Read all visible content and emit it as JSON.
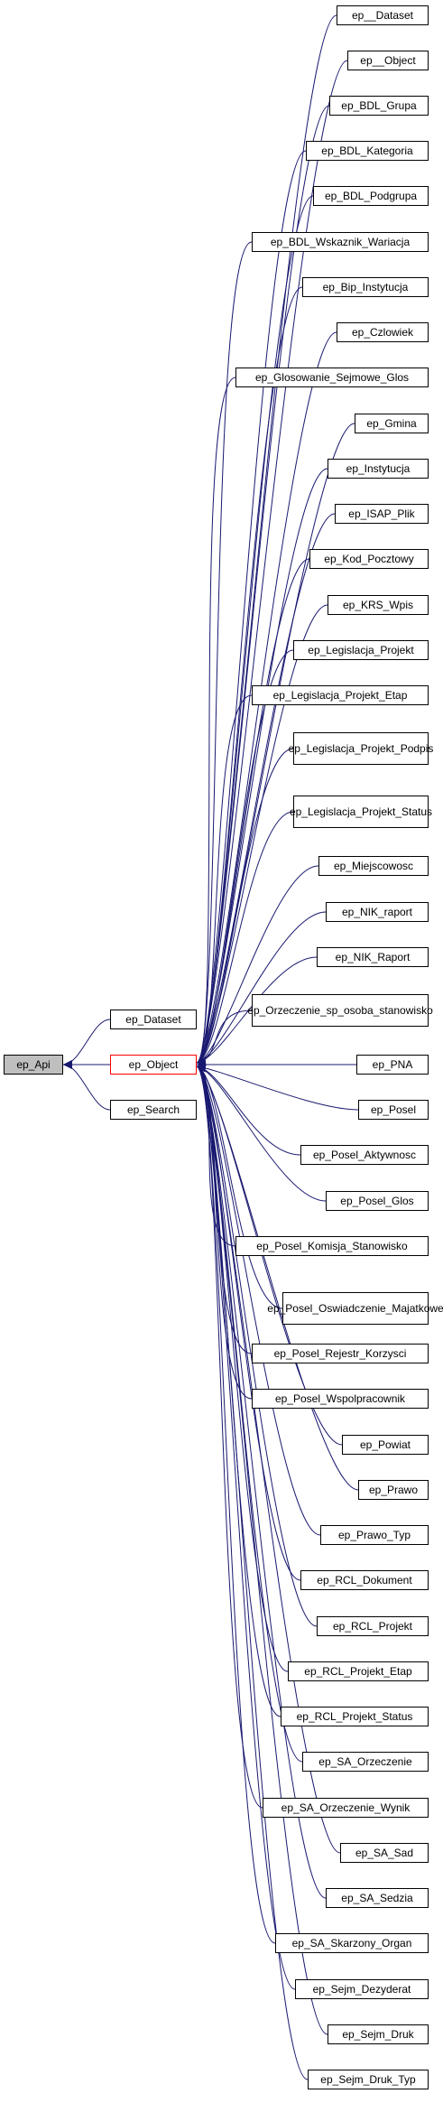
{
  "root": "ep_Api",
  "middle": [
    {
      "id": "ds",
      "label": "ep_Dataset"
    },
    {
      "id": "obj",
      "label": "ep_Object"
    },
    {
      "id": "search",
      "label": "ep_Search"
    }
  ],
  "children": [
    {
      "l1": "ep__Dataset"
    },
    {
      "l1": "ep__Object"
    },
    {
      "l1": "ep_BDL_Grupa"
    },
    {
      "l1": "ep_BDL_Kategoria"
    },
    {
      "l1": "ep_BDL_Podgrupa"
    },
    {
      "l1": "ep_BDL_Wskaznik_Wariacja"
    },
    {
      "l1": "ep_Bip_Instytucja"
    },
    {
      "l1": "ep_Czlowiek"
    },
    {
      "l1": "ep_Glosowanie_Sejmowe_Glos"
    },
    {
      "l1": "ep_Gmina"
    },
    {
      "l1": "ep_Instytucja"
    },
    {
      "l1": "ep_ISAP_Plik"
    },
    {
      "l1": "ep_Kod_Pocztowy"
    },
    {
      "l1": "ep_KRS_Wpis"
    },
    {
      "l1": "ep_Legislacja_Projekt"
    },
    {
      "l1": "ep_Legislacja_Projekt_Etap"
    },
    {
      "l1": "ep_Legislacja_Projekt",
      "l2": "_Podpis"
    },
    {
      "l1": "ep_Legislacja_Projekt",
      "l2": "_Status"
    },
    {
      "l1": "ep_Miejscowosc"
    },
    {
      "l1": "ep_NIK_raport"
    },
    {
      "l1": "ep_NIK_Raport"
    },
    {
      "l1": "ep_Orzeczenie_sp_osoba",
      "l2": "_stanowisko"
    },
    {
      "l1": "ep_PNA"
    },
    {
      "l1": "ep_Posel"
    },
    {
      "l1": "ep_Posel_Aktywnosc"
    },
    {
      "l1": "ep_Posel_Glos"
    },
    {
      "l1": "ep_Posel_Komisja_Stanowisko"
    },
    {
      "l1": "ep_Posel_Oswiadczenie",
      "l2": "_Majatkowe"
    },
    {
      "l1": "ep_Posel_Rejestr_Korzysci"
    },
    {
      "l1": "ep_Posel_Wspolpracownik"
    },
    {
      "l1": "ep_Powiat"
    },
    {
      "l1": "ep_Prawo"
    },
    {
      "l1": "ep_Prawo_Typ"
    },
    {
      "l1": "ep_RCL_Dokument"
    },
    {
      "l1": "ep_RCL_Projekt"
    },
    {
      "l1": "ep_RCL_Projekt_Etap"
    },
    {
      "l1": "ep_RCL_Projekt_Status"
    },
    {
      "l1": "ep_SA_Orzeczenie"
    },
    {
      "l1": "ep_SA_Orzeczenie_Wynik"
    },
    {
      "l1": "ep_SA_Sad"
    },
    {
      "l1": "ep_SA_Sedzia"
    },
    {
      "l1": "ep_SA_Skarzony_Organ"
    },
    {
      "l1": "ep_Sejm_Dezyderat"
    },
    {
      "l1": "ep_Sejm_Druk"
    },
    {
      "l1": "ep_Sejm_Druk_Typ"
    }
  ],
  "colors": {
    "edge": "#191970",
    "highlight": "#ff0000",
    "root_fill": "#bfbfbf"
  }
}
